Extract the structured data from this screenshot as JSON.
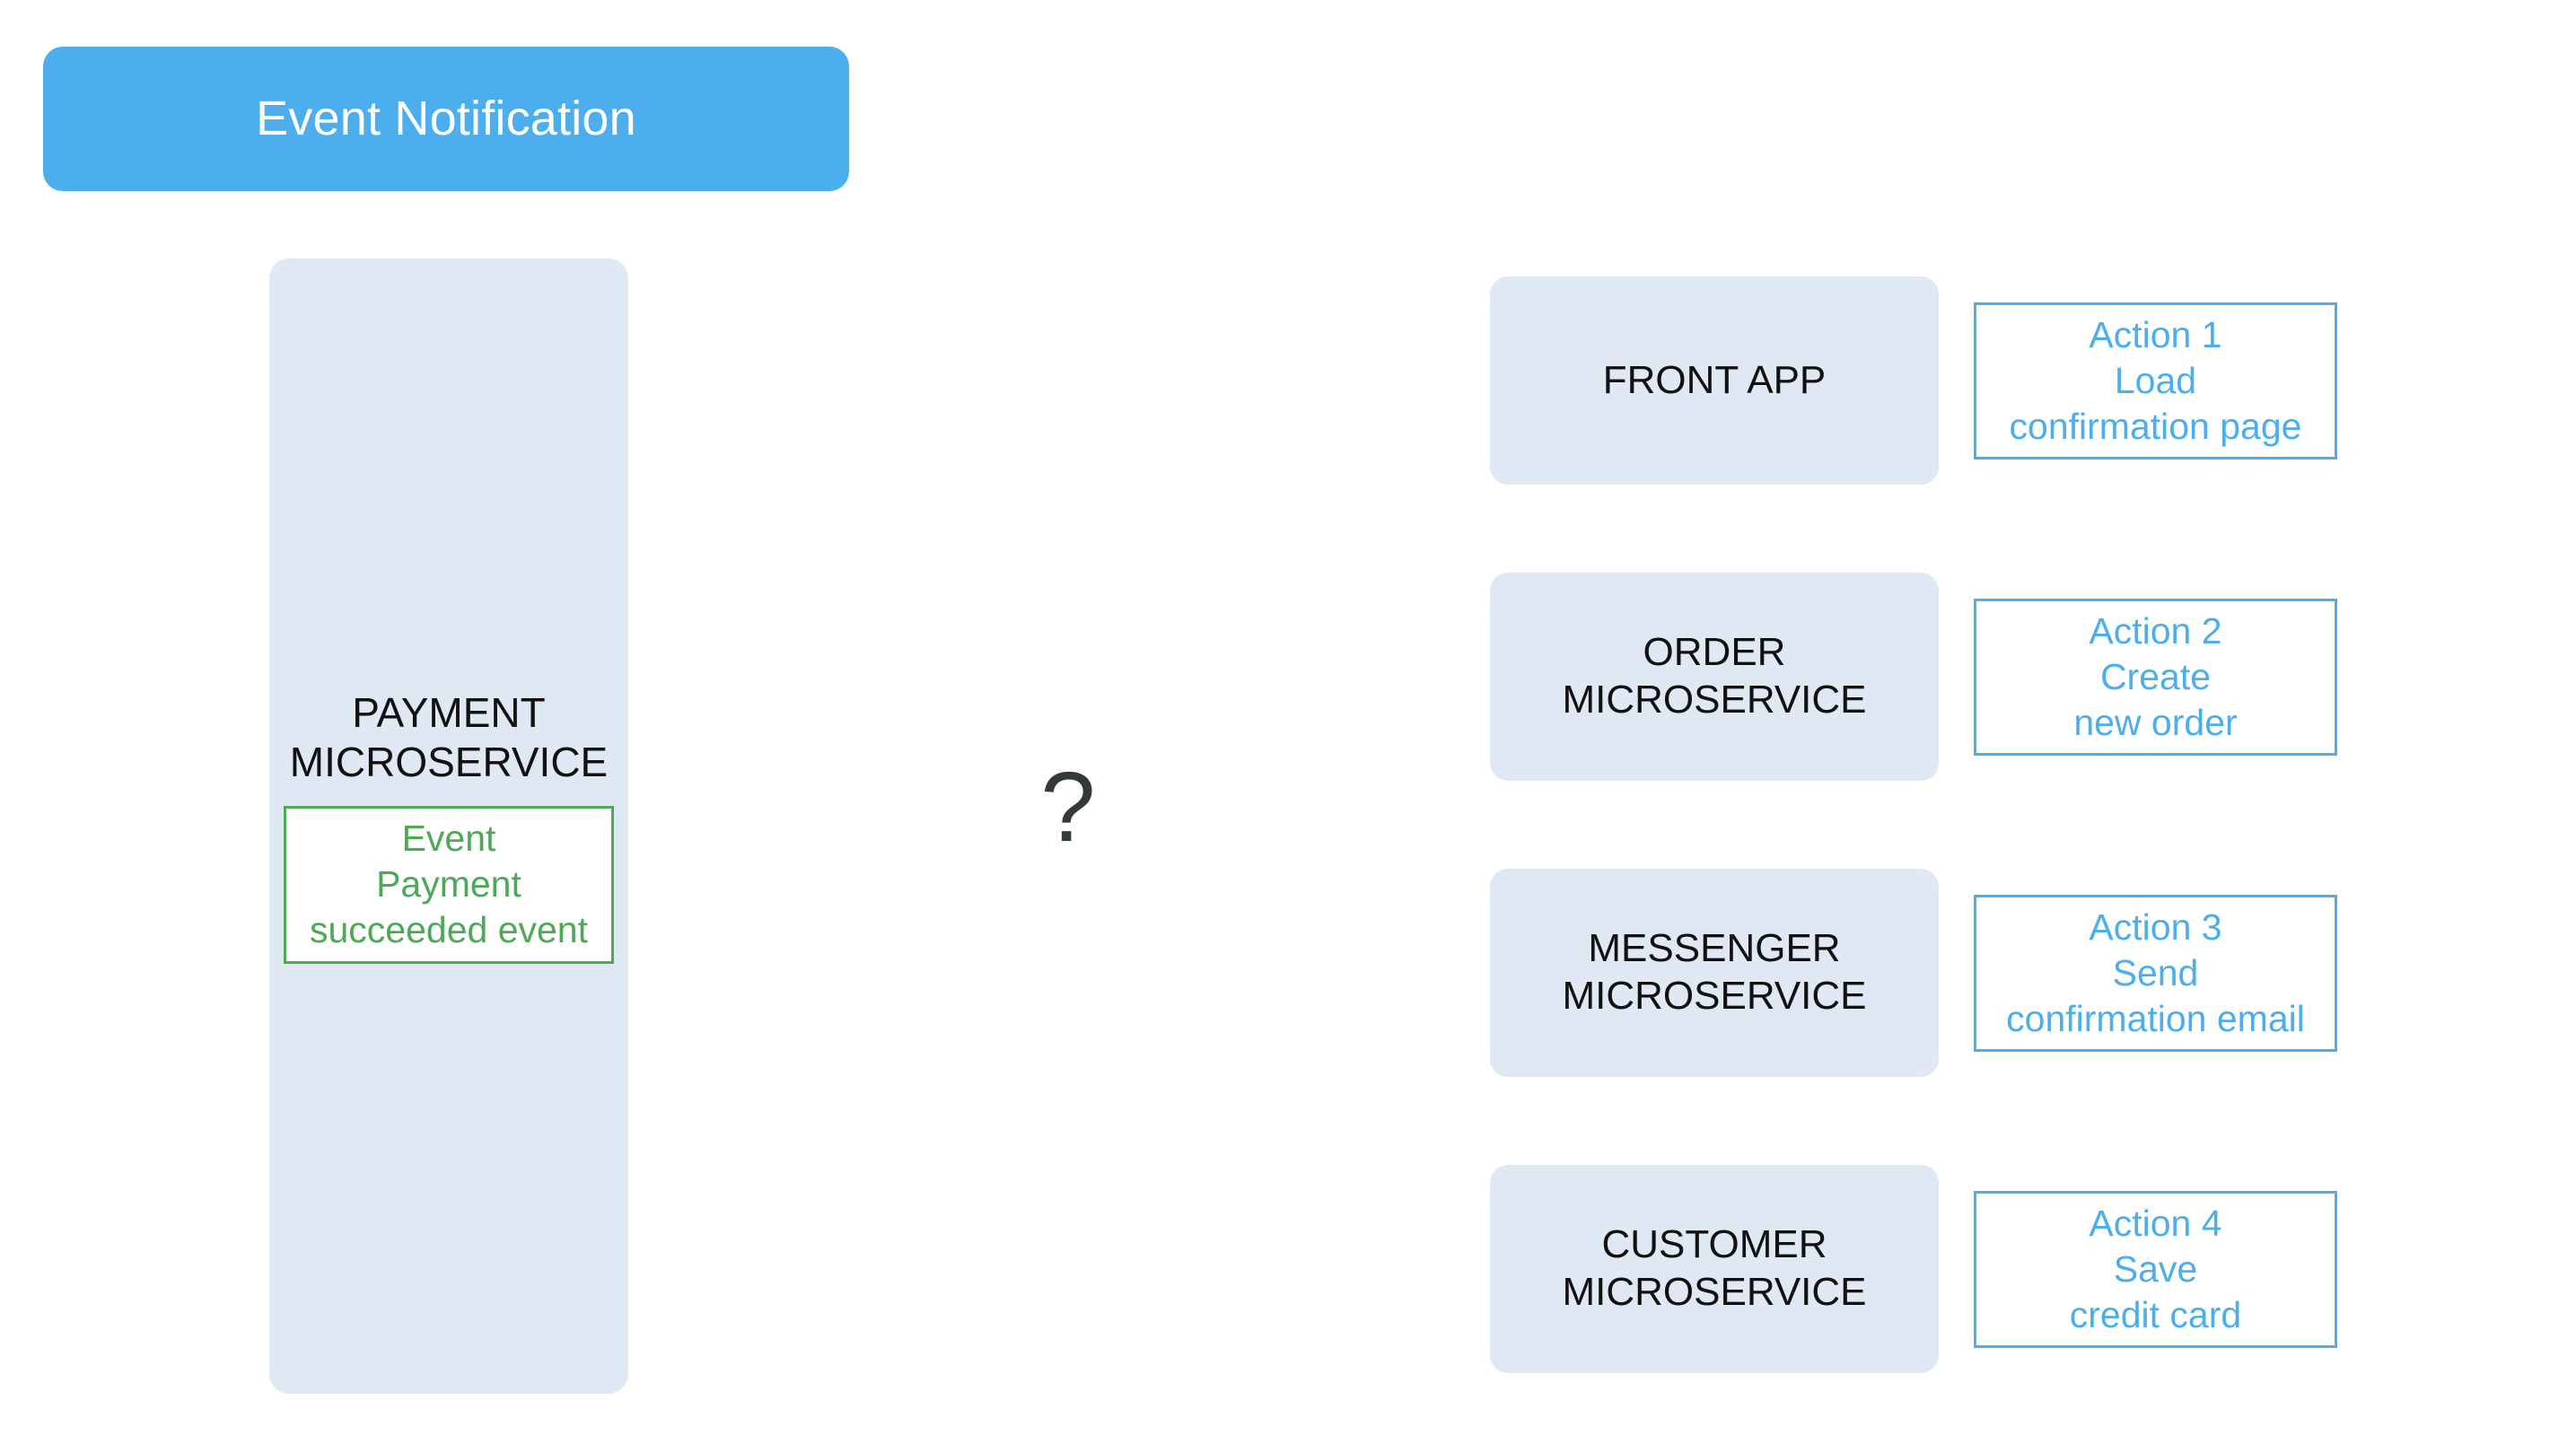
{
  "banner": {
    "label": "Event Notification"
  },
  "source": {
    "title": "PAYMENT\nMICROSERVICE",
    "event_box": {
      "text": "Event\nPayment\nsucceeded event"
    }
  },
  "center": {
    "question_mark": "?"
  },
  "consumers": [
    {
      "title": "FRONT APP",
      "action": "Action 1\nLoad\nconfirmation page"
    },
    {
      "title": "ORDER\nMICROSERVICE",
      "action": "Action 2\nCreate\nnew order"
    },
    {
      "title": "MESSENGER\nMICROSERVICE",
      "action": "Action 3\nSend\nconfirmation email"
    },
    {
      "title": "CUSTOMER\nMICROSERVICE",
      "action": "Action 4\nSave\ncredit card"
    }
  ],
  "colors": {
    "accent_blue": "#4CAEEC",
    "card_background": "#DFE8F3",
    "event_green": "#4CAA56",
    "text_dark": "#111111",
    "question_gray": "#333B38"
  }
}
